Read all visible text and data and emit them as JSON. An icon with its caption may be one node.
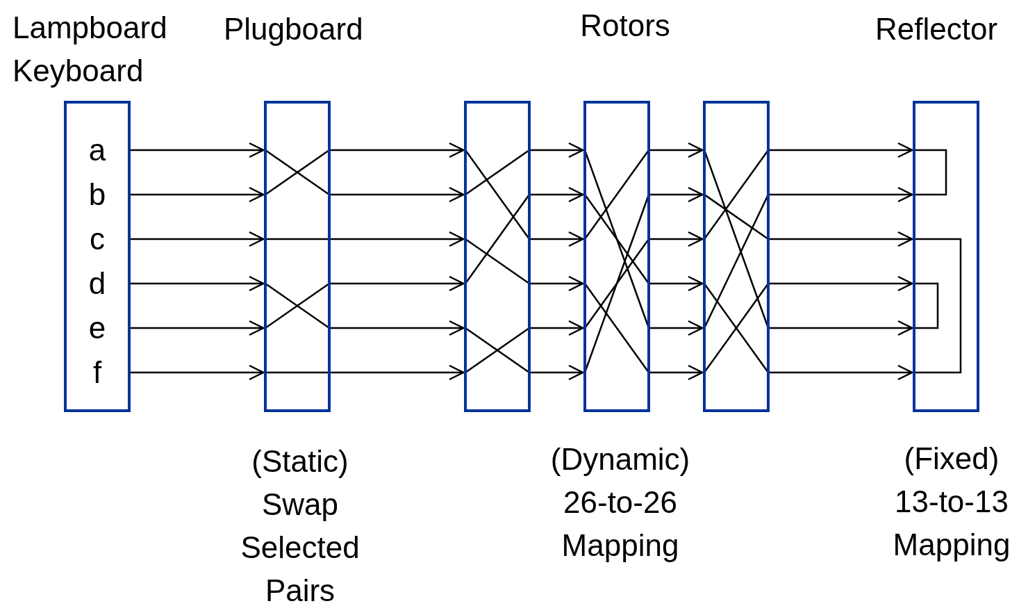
{
  "diagram": {
    "nodes": [
      {
        "text": [
          "Lampboard Keyboard",
          "a",
          "b",
          "c",
          "d",
          "e",
          "f"
        ]
      },
      {
        "text": [
          "Plugboard"
        ],
        "beside": [
          "(Static) Swap Selected Pairs"
        ]
      },
      {
        "text": [],
        "shape": "box"
      },
      {
        "text": [],
        "shape": "box"
      },
      {
        "text": [],
        "shape": "box"
      },
      {
        "text": [
          "Reflector"
        ],
        "beside": [
          "(Fixed) 13-to-13 Mapping"
        ]
      }
    ],
    "edges": [
      {
        "from": 0,
        "to": 1,
        "arrow": "to"
      },
      {
        "from": 0,
        "to": 1,
        "arrow": "to"
      },
      {
        "from": 0,
        "to": 1,
        "arrow": "to"
      },
      {
        "from": 0,
        "to": 1,
        "arrow": "to"
      },
      {
        "from": 0,
        "to": 1,
        "arrow": "to"
      },
      {
        "from": 0,
        "to": 1,
        "arrow": "to"
      },
      {
        "from": 1,
        "to": 2,
        "arrow": "to"
      },
      {
        "from": 1,
        "to": 2,
        "arrow": "to"
      },
      {
        "from": 1,
        "to": 2,
        "arrow": "to"
      },
      {
        "from": 1,
        "to": 2,
        "arrow": "to"
      },
      {
        "from": 1,
        "to": 2,
        "arrow": "to"
      },
      {
        "from": 1,
        "to": 2,
        "arrow": "to"
      },
      {
        "from": 2,
        "to": 3,
        "arrow": "to"
      },
      {
        "from": 2,
        "to": 3,
        "arrow": "to"
      },
      {
        "from": 2,
        "to": 3,
        "arrow": "to"
      },
      {
        "from": 2,
        "to": 3,
        "arrow": "to"
      },
      {
        "from": 2,
        "to": 3,
        "arrow": "to"
      },
      {
        "from": 2,
        "to": 3,
        "arrow": "to"
      },
      {
        "from": 3,
        "to": 4,
        "arrow": "to"
      },
      {
        "from": 3,
        "to": 4,
        "arrow": "to"
      },
      {
        "from": 3,
        "to": 4,
        "arrow": "to"
      },
      {
        "from": 3,
        "to": 4,
        "arrow": "to"
      },
      {
        "from": 3,
        "to": 4,
        "arrow": "to"
      },
      {
        "from": 3,
        "to": 4,
        "arrow": "to"
      },
      {
        "from": 4,
        "to": 5,
        "arrow": "to"
      },
      {
        "from": 4,
        "to": 5,
        "arrow": "to"
      },
      {
        "from": 4,
        "to": 5,
        "arrow": "to"
      },
      {
        "from": 4,
        "to": 5,
        "arrow": "to"
      },
      {
        "from": 4,
        "to": 5,
        "arrow": "to"
      },
      {
        "from": 4,
        "to": 5,
        "arrow": "to"
      }
    ],
    "labels": [
      "Rotors",
      "(Dynamic) 26-to-26 Mapping"
    ]
  }
}
